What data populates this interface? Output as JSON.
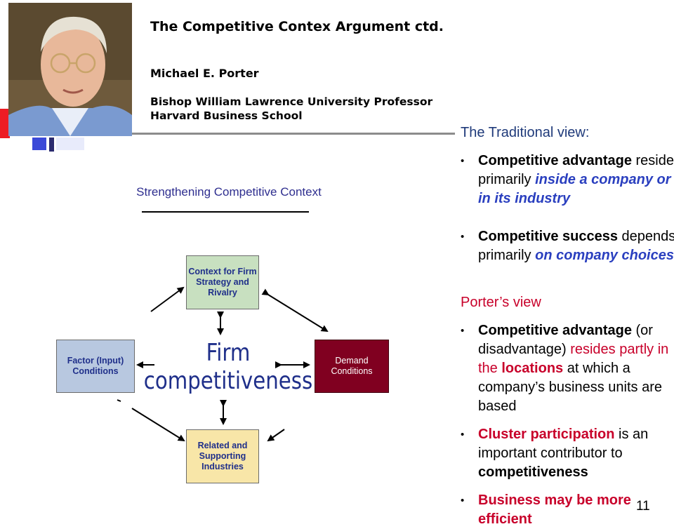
{
  "slide": {
    "title": "The Competitive Contex Argument ctd.",
    "author": "Michael E. Porter",
    "affiliation_line1": "Bishop William Lawrence University Professor",
    "affiliation_line2": "Harvard Business School",
    "page_number": "11"
  },
  "diagram": {
    "title": "Strengthening Competitive Context",
    "context_box": "Context for Firm Strategy and Rivalry",
    "factor_box": "Factor (Input) Conditions",
    "demand_box": "Demand Conditions",
    "related_box": "Related and Supporting Industries",
    "center_line1": "Firm",
    "center_line2": "competitiveness"
  },
  "right_panel": {
    "traditional_heading": "The Traditional view:",
    "traditional_points": [
      {
        "bold": "Competitive advantage",
        "plain": " resides primarily ",
        "italic": "inside a company or in its industry"
      },
      {
        "bold": "Competitive success",
        "plain": " depends primarily ",
        "italic": "on company choices"
      }
    ],
    "porter_heading": "Porter’s view",
    "porter_point1": {
      "bold": "Competitive advantage",
      "plain1": " (or disadvantage) ",
      "red1": "resides partly in the ",
      "red_bold": "locations",
      "plain2": " at which a company’s business units are based"
    },
    "porter_point2": {
      "red_bold": "Cluster participation",
      "plain": " is an important contributor to ",
      "bold": "competitiveness"
    },
    "porter_point3": "Business may be more efficient"
  },
  "colors": {
    "context_fill": "#c8e0c0",
    "factor_fill": "#b8c8e0",
    "demand_fill": "#800020",
    "related_fill": "#f8e6a8",
    "accent_red": "#c8002a",
    "accent_blue": "#2a3fbf"
  }
}
